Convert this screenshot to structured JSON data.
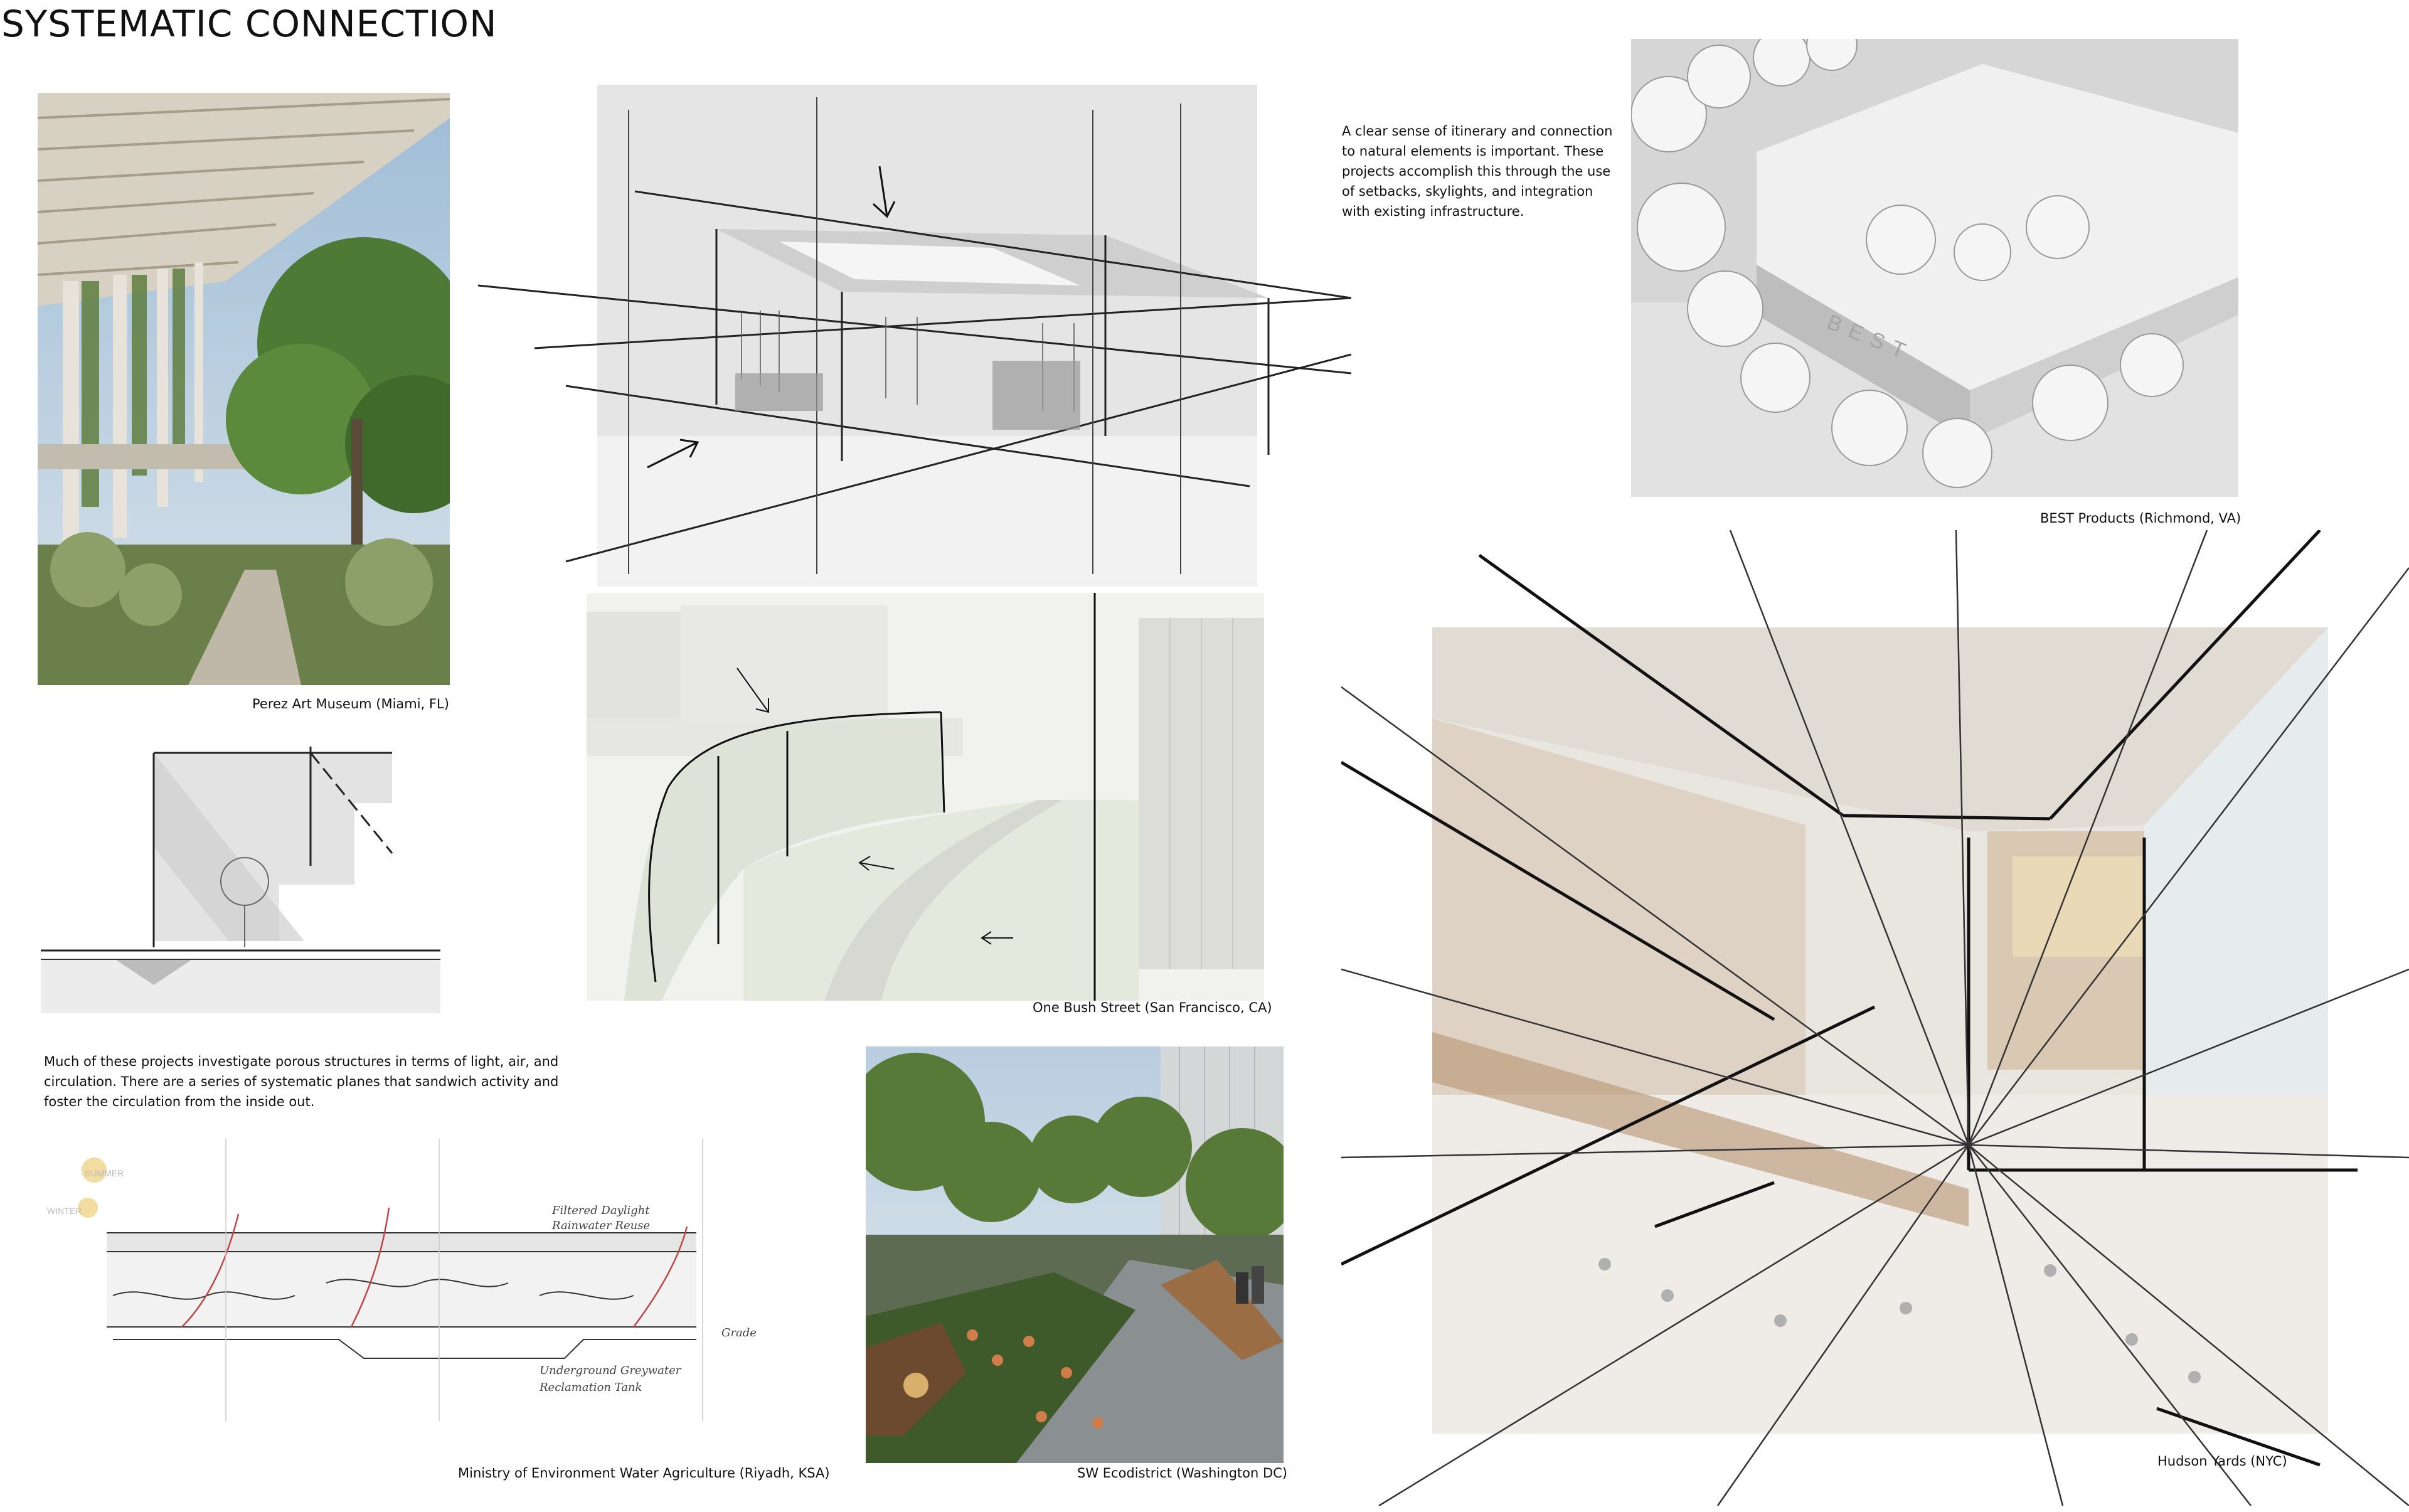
{
  "board": {
    "title": "SYSTEMATIC CONNECTION",
    "intro_text": "A clear sense of itinerary and connection to natural elements is important. These projects accomplish this through the use of setbacks, skylights, and integration with existing infrastructure.",
    "porous_text": "Much of these projects investigate porous structures in terms of light, air, and circulation. There are a series of systematic planes that sandwich activity and foster the circulation from the inside out."
  },
  "captions": {
    "perez": "Perez Art Museum (Miami, FL)",
    "best": "BEST Products (Richmond, VA)",
    "one_bush": "One Bush Street (San Francisco, CA)",
    "ministry": "Ministry of Environment Water Agriculture (Riyadh, KSA)",
    "sw_eco": "SW Ecodistrict (Washington DC)",
    "hudson": "Hudson Yards (NYC)"
  },
  "image_text": {
    "best_sign": "BEST",
    "sketch_note_1": "Filtered Daylight",
    "sketch_note_2": "Rainwater Reuse",
    "sketch_note_3": "Underground Greywater",
    "sketch_note_4": "Reclamation Tank",
    "sketch_note_5": "Grade",
    "summer_label": "SUMMER",
    "winter_label": "WINTER"
  },
  "colors": {
    "ink": "#111111",
    "sketch_gray": "#d9d9d9",
    "model_gray": "#e6e6e6",
    "foliage": "#6f8c4f",
    "sky": "#c9dbe9"
  }
}
